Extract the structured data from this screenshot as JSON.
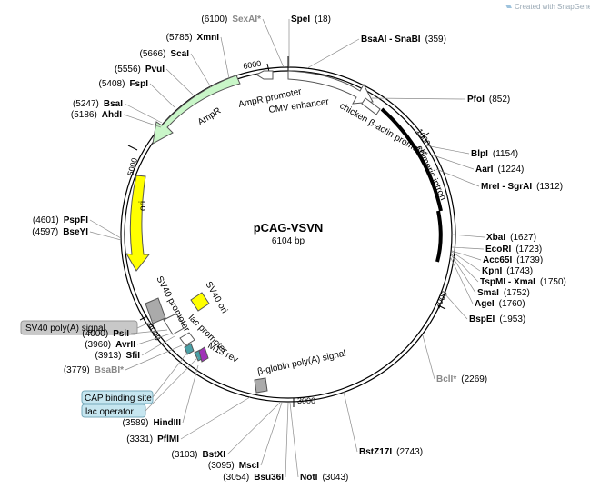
{
  "watermark": {
    "prefix": "Created with",
    "brand": "SnapGene®"
  },
  "plasmid": {
    "name": "pCAG-VSVN",
    "size": "6104 bp"
  },
  "tick_labels": [
    "1000",
    "2000",
    "3000",
    "4000",
    "5000",
    "6000"
  ],
  "features": {
    "cmv_enhancer": "CMV enhancer",
    "chicken_promoter": "chicken β-actin promoter",
    "chimeric_intron": "chimeric intron",
    "ampr_promoter": "AmpR promoter",
    "ampr": "AmpR",
    "ori": "ori",
    "sv40_ori": "SV40 ori",
    "sv40_promoter": "SV40 promoter",
    "lac_promoter": "lac promoter",
    "m13_rev": "M13 rev",
    "beta_globin": "β-globin poly(A) signal"
  },
  "boxed_labels": {
    "sv40_polya": "SV40 poly(A) signal",
    "cap_binding": "CAP binding site",
    "lac_operator": "lac operator"
  },
  "sites": [
    {
      "id": "sexai",
      "name": "SexAI*",
      "pos": "(6100)",
      "gray": true
    },
    {
      "id": "spei",
      "name": "SpeI",
      "pos": "(18)"
    },
    {
      "id": "bsaai",
      "name": "BsaAI - SnaBI",
      "pos": "(359)"
    },
    {
      "id": "pfoi",
      "name": "PfoI",
      "pos": "(852)"
    },
    {
      "id": "blpi",
      "name": "BlpI",
      "pos": "(1154)"
    },
    {
      "id": "aari",
      "name": "AarI",
      "pos": "(1224)"
    },
    {
      "id": "mrei",
      "name": "MreI - SgrAI",
      "pos": "(1312)"
    },
    {
      "id": "xbai",
      "name": "XbaI",
      "pos": "(1627)"
    },
    {
      "id": "ecori",
      "name": "EcoRI",
      "pos": "(1723)"
    },
    {
      "id": "acc65i",
      "name": "Acc65I",
      "pos": "(1739)"
    },
    {
      "id": "kpni",
      "name": "KpnI",
      "pos": "(1743)"
    },
    {
      "id": "tspmi",
      "name": "TspMI - XmaI",
      "pos": "(1750)"
    },
    {
      "id": "smai",
      "name": "SmaI",
      "pos": "(1752)"
    },
    {
      "id": "agei",
      "name": "AgeI",
      "pos": "(1760)"
    },
    {
      "id": "bspei",
      "name": "BspEI",
      "pos": "(1953)"
    },
    {
      "id": "bcli",
      "name": "BclI*",
      "pos": "(2269)",
      "gray": true
    },
    {
      "id": "bstz17i",
      "name": "BstZ17I",
      "pos": "(2743)"
    },
    {
      "id": "noti",
      "name": "NotI",
      "pos": "(3043)"
    },
    {
      "id": "bsu36i",
      "name": "Bsu36I",
      "pos": "(3054)"
    },
    {
      "id": "msci",
      "name": "MscI",
      "pos": "(3095)"
    },
    {
      "id": "bstxi",
      "name": "BstXI",
      "pos": "(3103)"
    },
    {
      "id": "pflmi",
      "name": "PflMI",
      "pos": "(3331)"
    },
    {
      "id": "hindiii",
      "name": "HindIII",
      "pos": "(3589)"
    },
    {
      "id": "bsabi",
      "name": "BsaBI*",
      "pos": "(3779)",
      "gray": true
    },
    {
      "id": "sfii",
      "name": "SfiI",
      "pos": "(3913)"
    },
    {
      "id": "avrii",
      "name": "AvrII",
      "pos": "(3960)"
    },
    {
      "id": "psii",
      "name": "PsiI",
      "pos": "(4000)"
    },
    {
      "id": "bseyi",
      "name": "BseYI",
      "pos": "(4597)"
    },
    {
      "id": "pspfi",
      "name": "PspFI",
      "pos": "(4601)"
    },
    {
      "id": "ahdi",
      "name": "AhdI",
      "pos": "(5186)"
    },
    {
      "id": "bsai",
      "name": "BsaI",
      "pos": "(5247)"
    },
    {
      "id": "fspi",
      "name": "FspI",
      "pos": "(5408)"
    },
    {
      "id": "pvui",
      "name": "PvuI",
      "pos": "(5556)"
    },
    {
      "id": "scai",
      "name": "ScaI",
      "pos": "(5666)"
    },
    {
      "id": "xmni",
      "name": "XmnI",
      "pos": "(5785)"
    }
  ]
}
